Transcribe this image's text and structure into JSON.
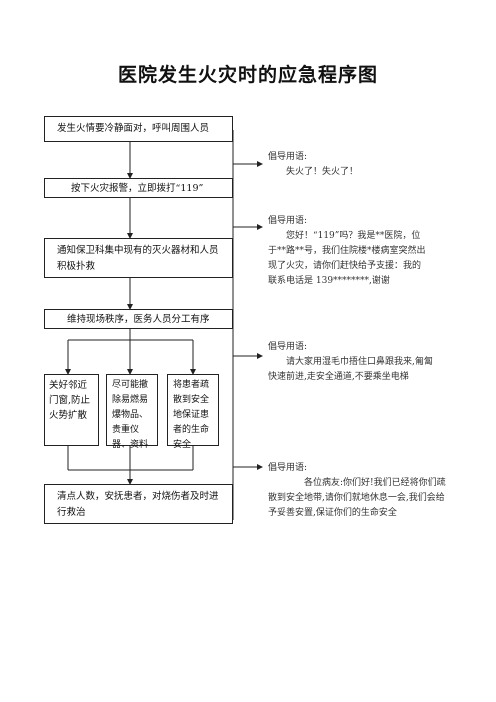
{
  "title": "医院发生火灾时的应急程序图",
  "steps": [
    "发生火情要冷静面对，呼叫周围人员",
    "按下火灾报警，立即拨打“119”",
    "通知保卫科集中现有的灭火器材和人员积极扑救",
    "维持现场秩序，医务人员分工有序",
    "关好邻近门窗,防止火势扩散",
    "尽可能撤除易燃易爆物品、贵重仪器、资料",
    "将患者疏散到安全地保证患者的生命安全",
    "清点人数，安抚患者，对烧伤者及时进行救治"
  ],
  "notes": [
    {
      "head": "倡导用语:",
      "body": "失火了！失火了！"
    },
    {
      "head": "倡导用语:",
      "body": "您好！“119”吗？我是**医院，位于**路**号，我们住院楼*楼病室突然出现了火灾，请你们赶快给予支援：我的联系电话是 139********,谢谢"
    },
    {
      "head": "倡导用语:",
      "body": "请大家用湿毛巾捂住口鼻跟我来,匍匐快速前进,走安全通道,不要乘坐电梯"
    },
    {
      "head": "倡导用语:",
      "body": "各位病友:你们好!我们已经将你们疏散到安全地带,请你们就地休息一会,我们会给予妥善安置,保证你们的生命安全"
    }
  ]
}
